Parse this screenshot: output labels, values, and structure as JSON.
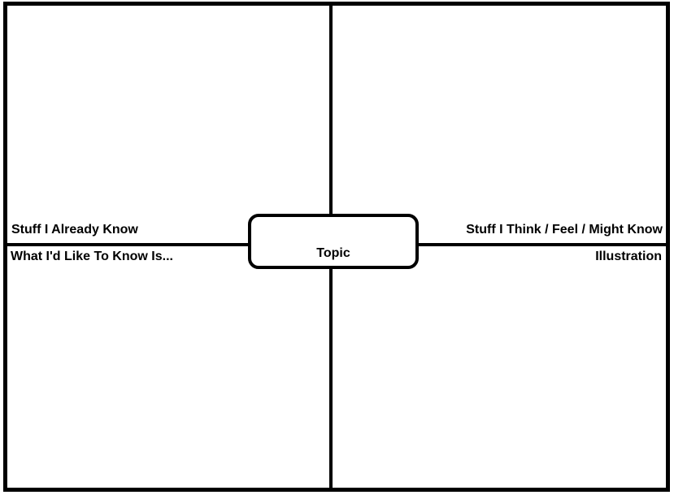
{
  "organizer": {
    "center": {
      "label": "Topic"
    },
    "quadrants": {
      "top_left": {
        "label": "Stuff I Already Know"
      },
      "top_right": {
        "label": "Stuff I Think / Feel / Might Know"
      },
      "bottom_left": {
        "label": "What I'd Like To Know Is..."
      },
      "bottom_right": {
        "label": "Illustration"
      }
    },
    "colors": {
      "line": "#000000",
      "background": "#ffffff"
    }
  }
}
